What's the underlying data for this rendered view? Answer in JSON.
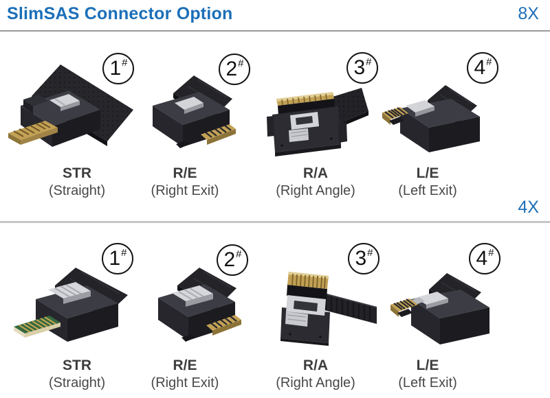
{
  "page": {
    "title": "SlimSAS Connector Option"
  },
  "colors": {
    "accent": "#1c6fb8",
    "label_text": "#3d3d3d",
    "divider_top": "#9b9b9b",
    "divider_mid": "#c6c6c6",
    "connector_body": "#26262c",
    "gold_edge": "#c2a155",
    "pcb_green": "#35693f"
  },
  "sections": [
    {
      "label": "8X",
      "options": [
        {
          "number": "1",
          "suffix": "#",
          "code": "STR",
          "name": "(Straight)"
        },
        {
          "number": "2",
          "suffix": "#",
          "code": "R/E",
          "name": "(Right Exit)"
        },
        {
          "number": "3",
          "suffix": "#",
          "code": "R/A",
          "name": "(Right Angle)"
        },
        {
          "number": "4",
          "suffix": "#",
          "code": "L/E",
          "name": "(Left Exit)"
        }
      ]
    },
    {
      "label": "4X",
      "options": [
        {
          "number": "1",
          "suffix": "#",
          "code": "STR",
          "name": "(Straight)"
        },
        {
          "number": "2",
          "suffix": "#",
          "code": "R/E",
          "name": "(Right Exit)"
        },
        {
          "number": "3",
          "suffix": "#",
          "code": "R/A",
          "name": "(Right Angle)"
        },
        {
          "number": "4",
          "suffix": "#",
          "code": "L/E",
          "name": "(Left Exit)"
        }
      ]
    }
  ]
}
